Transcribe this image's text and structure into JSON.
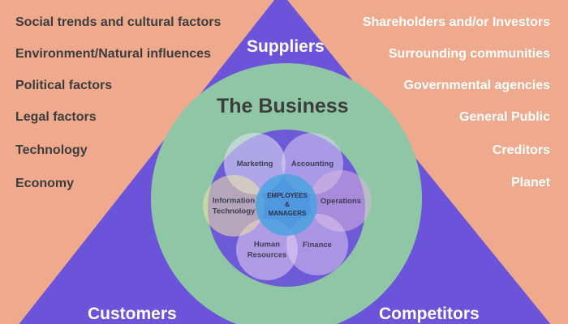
{
  "colors": {
    "background": "#efa98c",
    "triangle": "#6b54d9",
    "business_circle": "#8fc6a6",
    "inner_circle": "#6b54d9",
    "center_circle": "#4aa3e0"
  },
  "left_factors": [
    "Social trends and cultural factors",
    "Environment/Natural influences",
    "Political factors",
    "Legal factors",
    "Technology",
    "Economy"
  ],
  "right_stakeholders": [
    "Shareholders and/or Investors",
    "Surrounding communities",
    "Governmental agencies",
    "General Public",
    "Creditors",
    "Planet"
  ],
  "triangle": {
    "top": "Suppliers",
    "bottom_left": "Customers",
    "bottom_right": "Competitors"
  },
  "business": {
    "title": "The Business",
    "center": [
      "EMPLOYEES",
      "&",
      "MANAGERS"
    ],
    "departments": [
      {
        "lines": [
          "Marketing"
        ],
        "color": "#e3e6f4"
      },
      {
        "lines": [
          "Accounting"
        ],
        "color": "#d8cff3"
      },
      {
        "lines": [
          "Operations"
        ],
        "color": "#d8b7de"
      },
      {
        "lines": [
          "Finance"
        ],
        "color": "#dcc6f0"
      },
      {
        "lines": [
          "Human",
          "Resources"
        ],
        "color": "#e7d2f1"
      },
      {
        "lines": [
          "Information",
          "Technology"
        ],
        "color": "#f1e6a6"
      }
    ]
  }
}
